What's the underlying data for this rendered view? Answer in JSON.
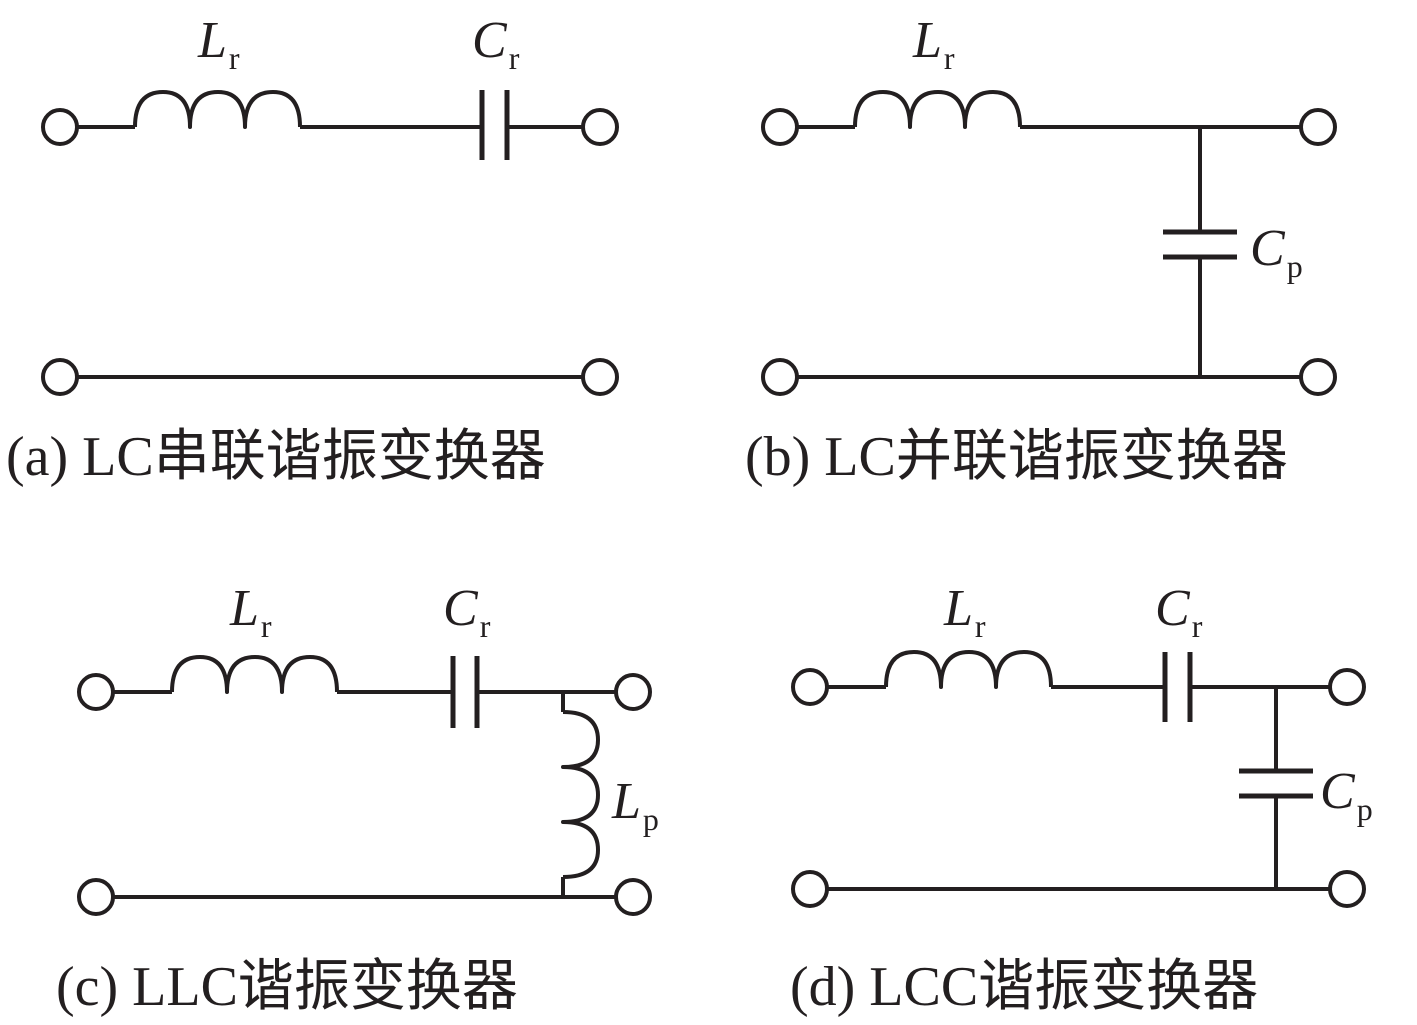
{
  "colors": {
    "ink": "#231f20",
    "background": "#ffffff"
  },
  "panels": {
    "a": {
      "caption": "(a) LC串联谐振变换器",
      "labels": {
        "Lr": {
          "main": "L",
          "sub": "r"
        },
        "Cr": {
          "main": "C",
          "sub": "r"
        }
      }
    },
    "b": {
      "caption": "(b) LC并联谐振变换器",
      "labels": {
        "Lr": {
          "main": "L",
          "sub": "r"
        },
        "Cp": {
          "main": "C",
          "sub": "p"
        }
      }
    },
    "c": {
      "caption": "(c) LLC谐振变换器",
      "labels": {
        "Lr": {
          "main": "L",
          "sub": "r"
        },
        "Cr": {
          "main": "C",
          "sub": "r"
        },
        "Lp": {
          "main": "L",
          "sub": "p"
        }
      }
    },
    "d": {
      "caption": "(d) LCC谐振变换器",
      "labels": {
        "Lr": {
          "main": "L",
          "sub": "r"
        },
        "Cr": {
          "main": "C",
          "sub": "r"
        },
        "Cp": {
          "main": "C",
          "sub": "p"
        }
      }
    }
  }
}
